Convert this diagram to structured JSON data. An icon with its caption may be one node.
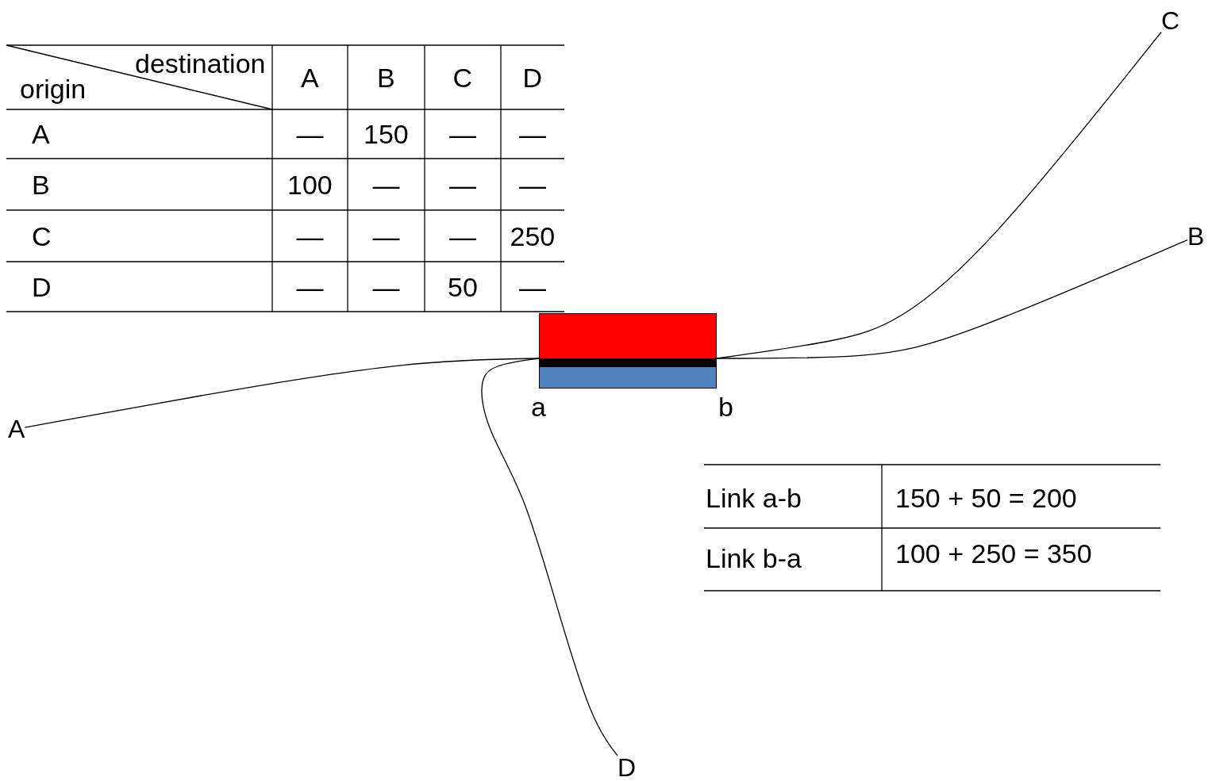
{
  "diagram": {
    "nodes": [
      {
        "text": [
          "C"
        ]
      },
      {
        "text": [
          "B"
        ]
      },
      {
        "text": [],
        "shape": "bar",
        "beside": [
          "a",
          "b"
        ]
      },
      {
        "text": [
          "A"
        ]
      },
      {
        "text": [
          "D"
        ]
      }
    ],
    "edges": [
      {
        "from": 3,
        "to": 2,
        "arrow": "none"
      },
      {
        "from": 2,
        "to": 0,
        "arrow": "none"
      },
      {
        "from": 2,
        "to": 1,
        "arrow": "none"
      },
      {
        "from": 2,
        "to": 4,
        "arrow": "none"
      }
    ],
    "labels": [
      "destination",
      "origin",
      "A",
      "B",
      "C",
      "D",
      "A",
      "—",
      "150",
      "—",
      "—",
      "B",
      "100",
      "—",
      "—",
      "—",
      "C",
      "—",
      "—",
      "—",
      "250",
      "D",
      "—",
      "—",
      "50",
      "—",
      "Link a-b",
      "150 + 50 = 200",
      "Link b-a",
      "100 + 250 = 350"
    ]
  }
}
